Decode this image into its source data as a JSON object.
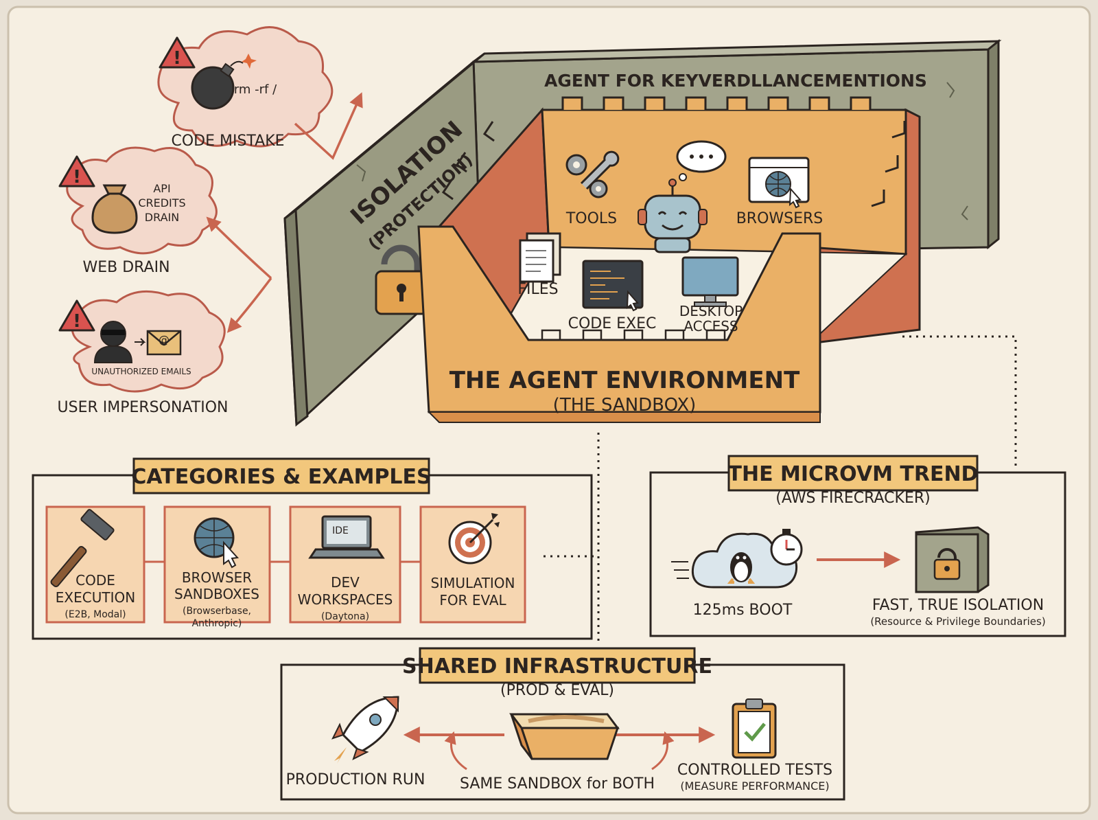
{
  "wall": {
    "banner": "AGENT FOR KEYVERDLLANCEMENTIONS",
    "title": "ISOLATION",
    "subtitle": "(PROTECTION)"
  },
  "threats": {
    "code_mistake": {
      "command": "rm -rf /",
      "label": "CODE MISTAKE"
    },
    "web_drain": {
      "lines": [
        "API",
        "CREDITS",
        "DRAIN"
      ],
      "label": "WEB DRAIN"
    },
    "user_impersonation": {
      "caption": "UNAUTHORIZED EMAILS",
      "label": "USER IMPERSONATION"
    }
  },
  "sandbox": {
    "title": "THE AGENT ENVIRONMENT",
    "subtitle": "(THE SANDBOX)",
    "items": {
      "tools": "TOOLS",
      "browsers": "BROWSERS",
      "files": "FILES",
      "code_exec": "CODE EXEC",
      "desktop_1": "DESKTOP",
      "desktop_2": "ACCESS"
    }
  },
  "categories": {
    "heading": "CATEGORIES & EXAMPLES",
    "cards": [
      {
        "lines": [
          "CODE",
          "EXECUTION"
        ],
        "note": [
          "(E2B, Modal)"
        ]
      },
      {
        "lines": [
          "BROWSER",
          "SANDBOXES"
        ],
        "note": [
          "(Browserbase,",
          "Anthropic)"
        ]
      },
      {
        "lines": [
          "DEV",
          "WORKSPACES"
        ],
        "note": [
          "(Daytona)"
        ],
        "screen": "IDE"
      },
      {
        "lines": [
          "SIMULATION",
          "FOR EVAL"
        ],
        "note": []
      }
    ]
  },
  "microvm": {
    "heading": "THE MICROVM TREND",
    "subtitle": "(AWS FIRECRACKER)",
    "boot": "125ms BOOT",
    "iso": "FAST, TRUE ISOLATION",
    "iso_note": "(Resource & Privilege Boundaries)"
  },
  "shared": {
    "heading": "SHARED INFRASTRUCTURE",
    "subtitle": "(PROD & EVAL)",
    "production": "PRODUCTION RUN",
    "same": "SAME SANDBOX for BOTH",
    "controlled": "CONTROLLED TESTS",
    "controlled_note": "(MEASURE PERFORMANCE)"
  },
  "colors": {
    "paper": "#f6efe2",
    "wall": "#a3a48c",
    "wall_dark": "#7f8069",
    "sand": "#eab066",
    "sand_dark": "#d98f4a",
    "brick_red": "#cf7150",
    "banner": "#f2c77c",
    "alert_red": "#d9534f",
    "ink": "#2b2420",
    "cloud_pink": "#f3d9cc",
    "cloud_stroke": "#b95a4a"
  }
}
